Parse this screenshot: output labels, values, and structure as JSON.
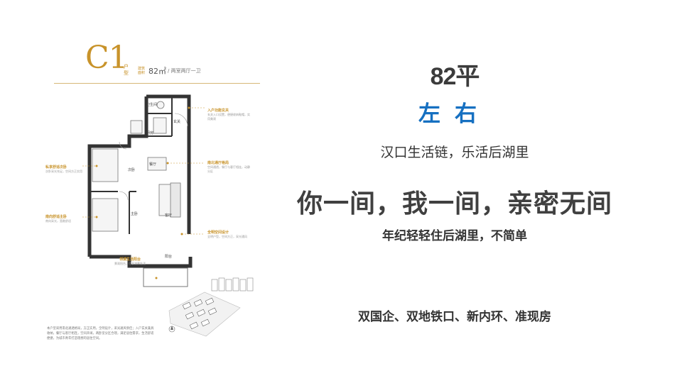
{
  "unit": {
    "code": "C1",
    "type_label": "户型",
    "area_label": "建筑面积",
    "area": "82㎡",
    "layout": "/ 两室两厅一卫"
  },
  "plan": {
    "rooms": [
      "卫生间",
      "厨房",
      "玄关",
      "次卧",
      "餐厅",
      "主卧",
      "客厅",
      "阳台"
    ],
    "callouts": [
      {
        "title": "入户功能玄关",
        "text": "玄关入口设置，便捷收纳鞋帽，实用美观"
      },
      {
        "title": "私享舒适次卧",
        "text": "次卧采光充足，空间方正实用"
      },
      {
        "title": "南北通厅格局",
        "text": "空间通透，餐厅与客厅相连，动静分区"
      },
      {
        "title": "南向舒适主卧",
        "text": "南向采光，宽敞舒适"
      },
      {
        "title": "全明空间设计",
        "text": "全明户型，空间方正，采光通风"
      },
      {
        "title": "邻湖生活阳台",
        "text": "景观阳台，尽享湖景生活"
      }
    ],
    "description": "本户型采用南北通透格局，方正实用，全明设计，采光通风俱佳；入户玄关兼具收纳，餐厅与客厅相连，空间开阔，两卧室分区合理，满足居住需求，生活舒适便捷，为城市青年打造理想的居住空间。"
  },
  "right": {
    "size": "82平",
    "approx": "左右",
    "line1": "汉口生活链，乐活后湖里",
    "headline": "你一间，我一间，亲密无间",
    "line2": "年纪轻轻住后湖里，不简单",
    "bottom": "双国企、双地铁口、新内环、准现房"
  },
  "colors": {
    "gold": "#c8932a",
    "blue": "#1670c1",
    "text": "#404040"
  }
}
